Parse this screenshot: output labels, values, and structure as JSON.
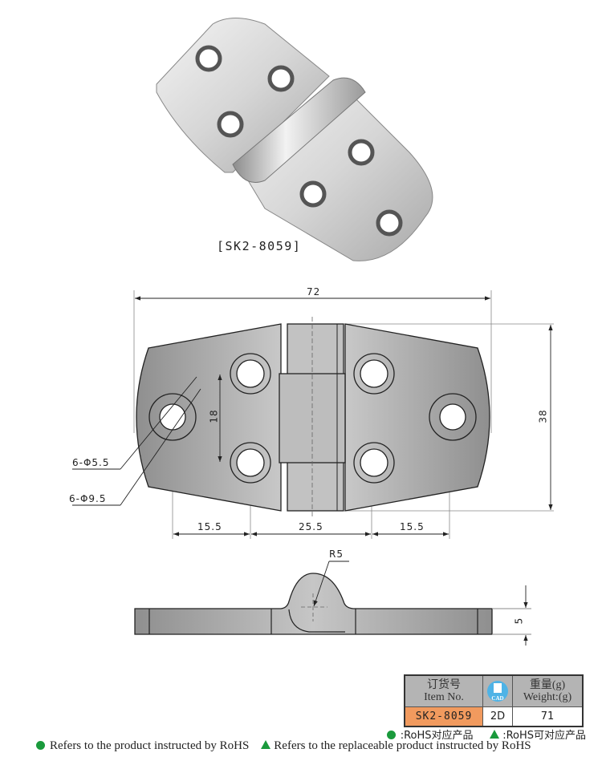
{
  "product": {
    "model_label": "[SK2-8059]"
  },
  "drawing": {
    "top_view": {
      "overall_length": "72",
      "overall_width": "38",
      "hole_pitch_vertical": "18",
      "hole_spacing": [
        "15.5",
        "25.5",
        "15.5"
      ],
      "hole_callouts": [
        "6-Φ5.5",
        "6-Φ9.5"
      ]
    },
    "side_view": {
      "knuckle_radius": "R5",
      "thickness": "5"
    }
  },
  "spec_table": {
    "headers": {
      "item_no_cn": "订货号",
      "item_no_en": "Item No.",
      "cad_icon_text": "CAD",
      "weight_cn": "重量(g)",
      "weight_en": "Weight:(g)"
    },
    "rows": [
      {
        "item_no": "SK2-8059",
        "cad": "2D",
        "weight": "71"
      }
    ]
  },
  "legend": {
    "cn_dot": ":RoHS对应产品",
    "cn_triangle": ":RoHS可对应产品",
    "en_dot": "Refers to the product instructed by RoHS",
    "en_triangle": "Refers to the replaceable product instructed by RoHS",
    "marker_color": "#1a9a3c"
  },
  "colors": {
    "item_cell": "#f19a5e",
    "header_cell": "#b4b4b4",
    "cad_badge": "#4fb3e6"
  }
}
